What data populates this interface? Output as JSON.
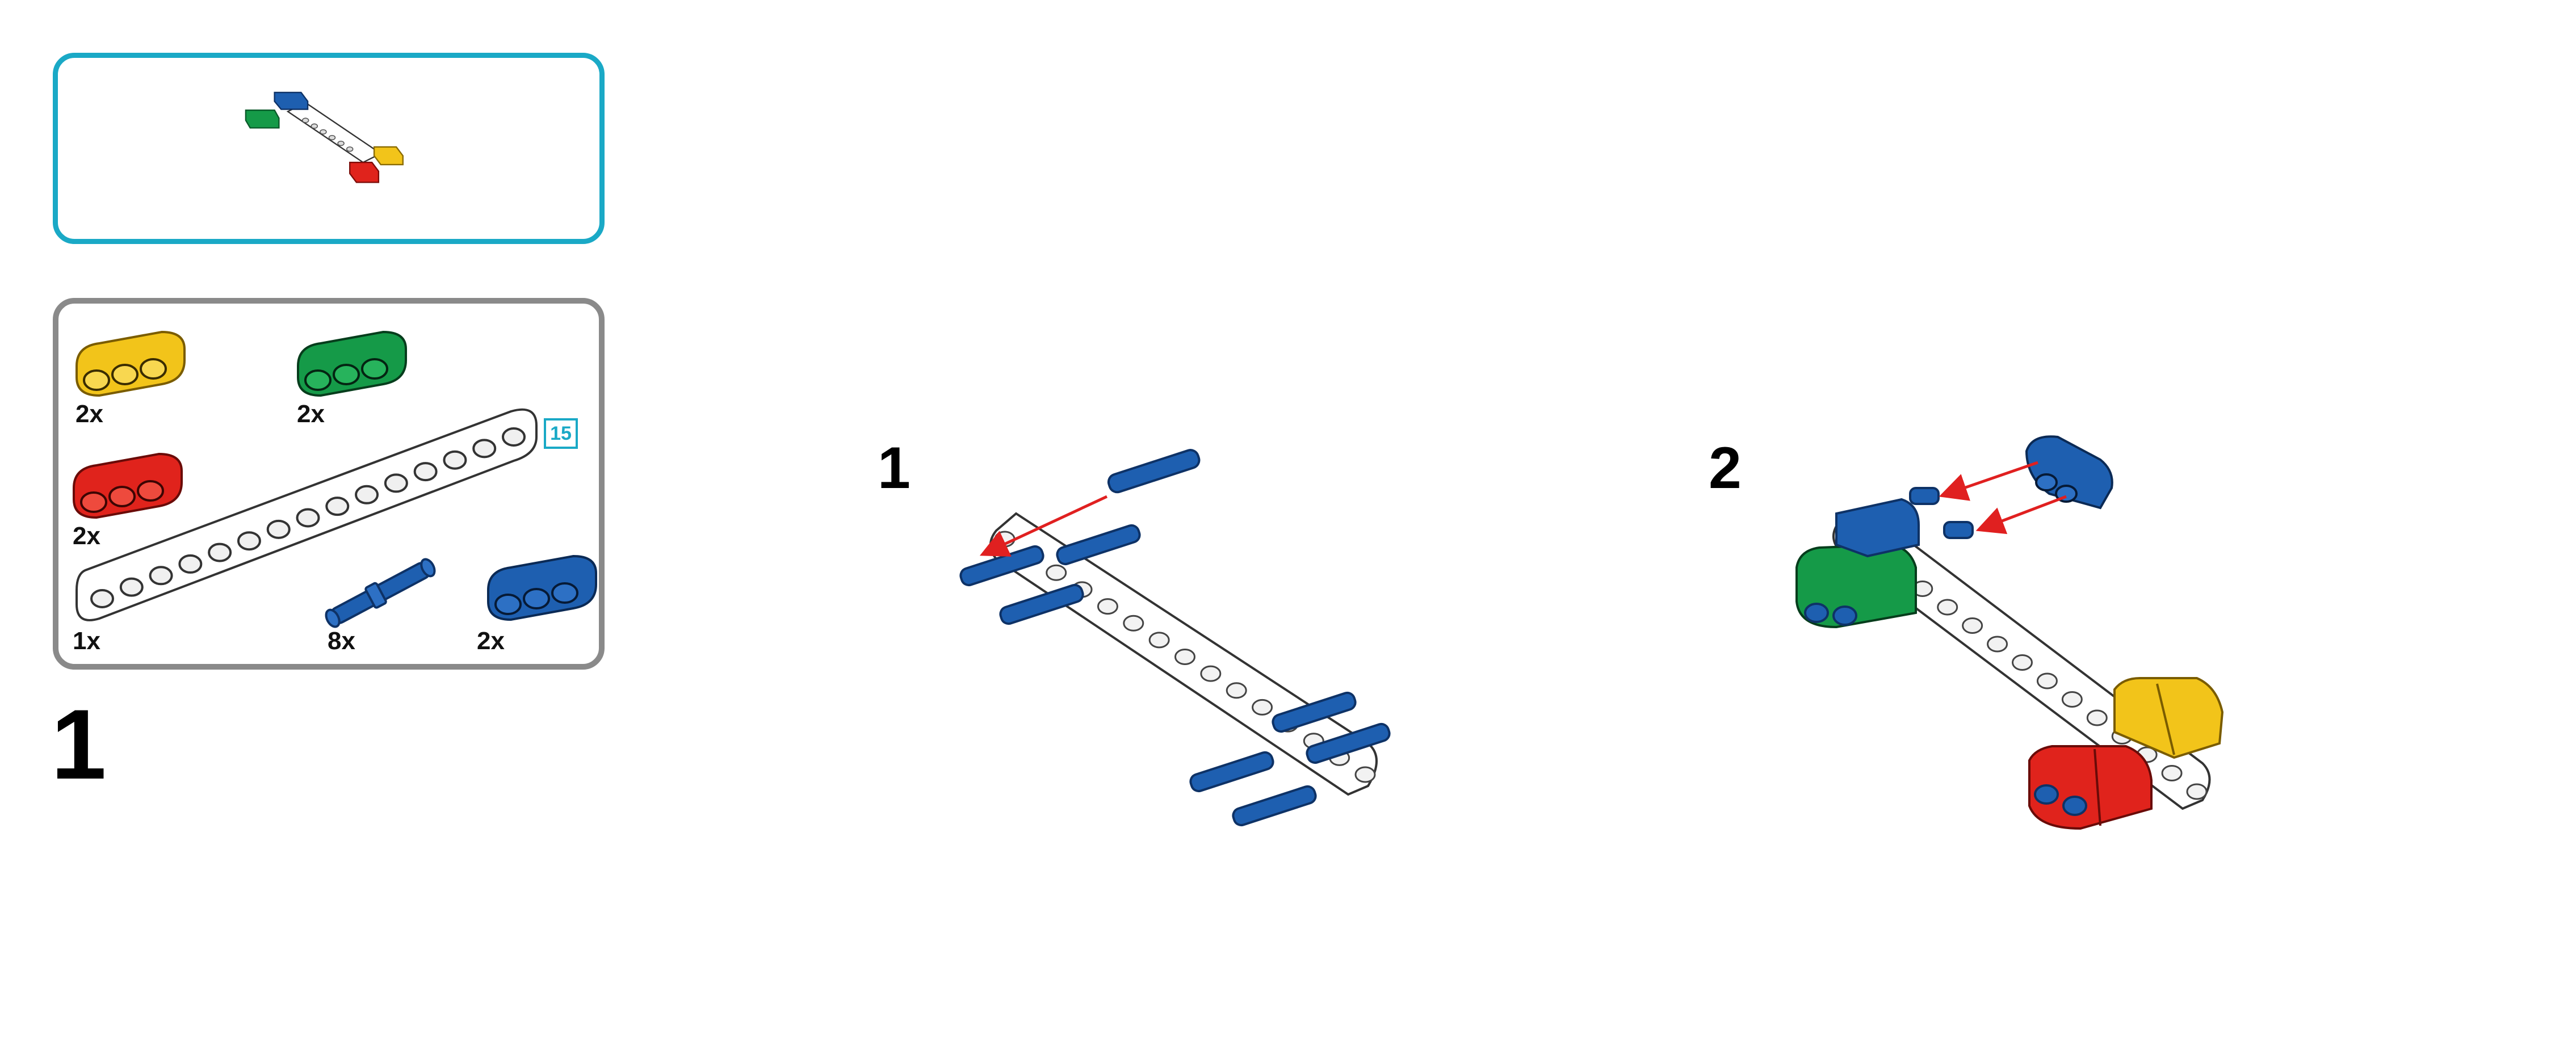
{
  "colors": {
    "preview_border": "#1aa9c6",
    "parts_border": "#8a8a8a",
    "yellow": "#f2c41a",
    "green": "#159a48",
    "red": "#e0231c",
    "blue": "#1e5fb0",
    "white_beam": "#ffffff",
    "arrow": "#e02020",
    "badge": "#1aa9c6"
  },
  "parts_list": {
    "items": [
      {
        "name": "yellow-3-hole-beam",
        "qty": "2x"
      },
      {
        "name": "green-3-hole-beam",
        "qty": "2x"
      },
      {
        "name": "red-3-hole-beam",
        "qty": "2x"
      },
      {
        "name": "white-15-hole-beam",
        "qty": "1x"
      },
      {
        "name": "blue-axle-pin",
        "qty": "8x"
      },
      {
        "name": "blue-3-hole-beam",
        "qty": "2x"
      }
    ],
    "beam_length_badge": "15"
  },
  "step": {
    "number": "1",
    "substeps": [
      {
        "number": "1"
      },
      {
        "number": "2"
      }
    ]
  }
}
